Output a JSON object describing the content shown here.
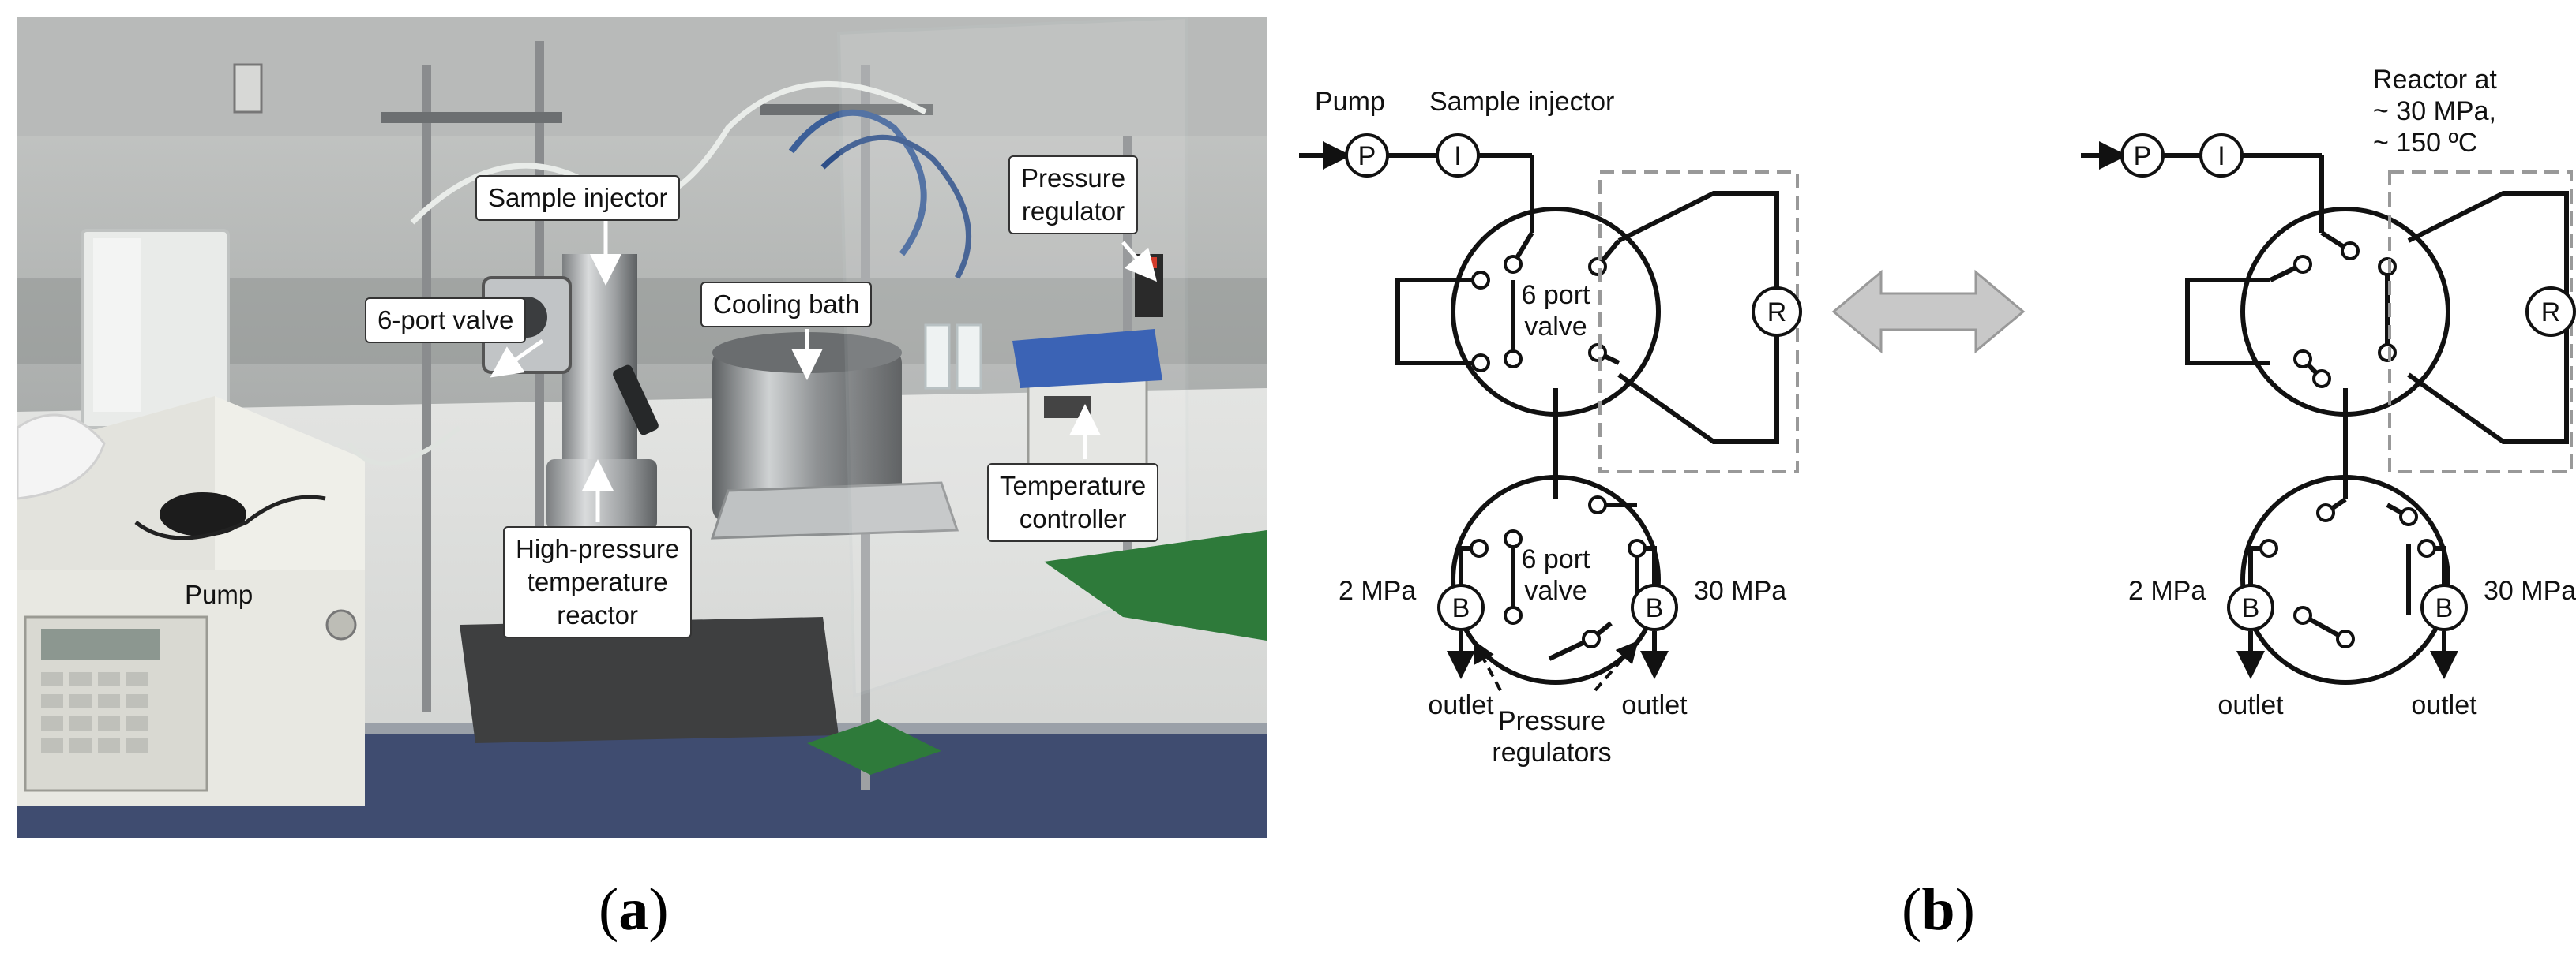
{
  "panel_a": {
    "label_open": "(",
    "label_letter": "a",
    "label_close": ")",
    "callouts": {
      "sample_injector": "Sample injector",
      "six_port_valve": "6-port valve",
      "cooling_bath": "Cooling bath",
      "pressure_regulator": "Pressure\nregulator",
      "temperature_controller": "Temperature\ncontroller",
      "pump": "Pump",
      "reactor": "High-pressure\ntemperature\nreactor"
    }
  },
  "panel_b": {
    "label_open": "(",
    "label_letter": "b",
    "label_close": ")",
    "left": {
      "pump_label": "Pump",
      "injector_label": "Sample injector",
      "pump_symbol": "P",
      "injector_symbol": "I",
      "upper_valve_line1": "6 port",
      "upper_valve_line2": "valve",
      "lower_valve_line1": "6 port",
      "lower_valve_line2": "valve",
      "reactor_symbol": "R",
      "regulator_symbol": "B",
      "low_pressure": "2 MPa",
      "high_pressure": "30 MPa",
      "outlet": "outlet",
      "regulators_line1": "Pressure",
      "regulators_line2": "regulators"
    },
    "right": {
      "pump_symbol": "P",
      "injector_symbol": "I",
      "reactor_symbol": "R",
      "regulator_symbol": "B",
      "reactor_note_line1": "Reactor at",
      "reactor_note_line2": "~ 30 MPa,",
      "reactor_note_line3": "~ 150 ºC",
      "low_pressure": "2 MPa",
      "high_pressure": "30 MPa",
      "outlet": "outlet"
    },
    "colors": {
      "line": "#111111",
      "arrow_fill": "#c8c8c8",
      "dashed_box": "#999999"
    }
  }
}
